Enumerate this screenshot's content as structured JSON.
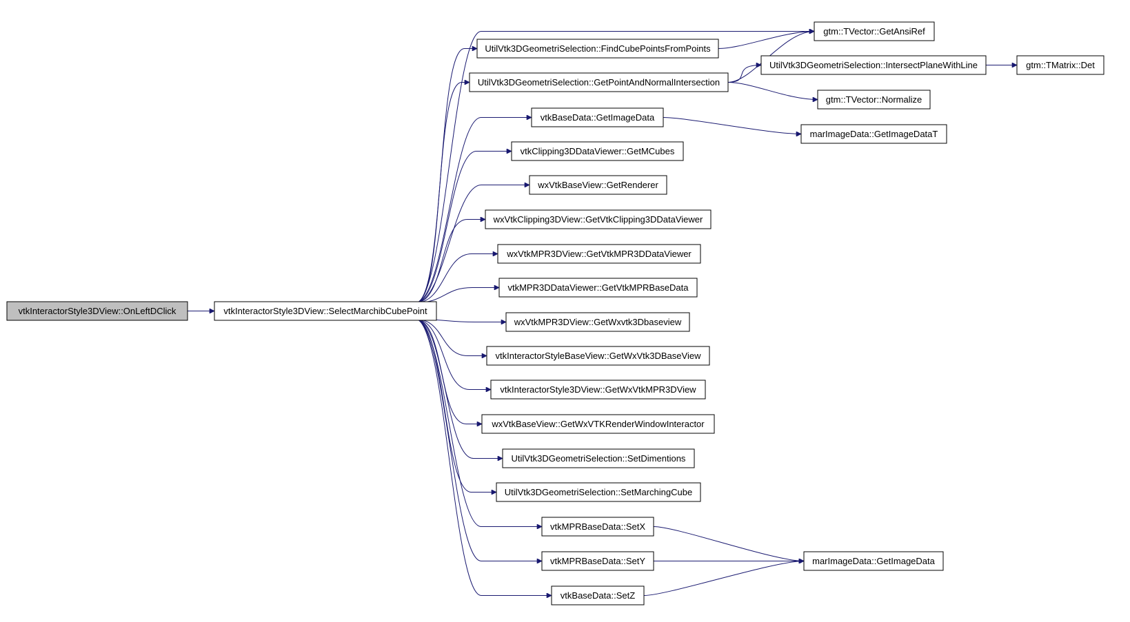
{
  "graph": {
    "colors": {
      "edge": "#191970",
      "root_fill": "#bfbfbf",
      "node_fill": "#ffffff",
      "border": "#000000"
    },
    "nodes": [
      {
        "id": "onleftdclick",
        "label": "vtkInteractorStyle3DView::OnLeftDClick",
        "root": true
      },
      {
        "id": "selectmarch",
        "label": "vtkInteractorStyle3DView::SelectMarchibCubePoint"
      },
      {
        "id": "findcube",
        "label": "UtilVtk3DGeometriSelection::FindCubePointsFromPoints"
      },
      {
        "id": "getpointnormal",
        "label": "UtilVtk3DGeometriSelection::GetPointAndNormalIntersection"
      },
      {
        "id": "getimagedata_base",
        "label": "vtkBaseData::GetImageData"
      },
      {
        "id": "getmcubes",
        "label": "vtkClipping3DDataViewer::GetMCubes"
      },
      {
        "id": "getrenderer",
        "label": "wxVtkBaseView::GetRenderer"
      },
      {
        "id": "getclipviewer",
        "label": "wxVtkClipping3DView::GetVtkClipping3DDataViewer"
      },
      {
        "id": "getmprviewer",
        "label": "wxVtkMPR3DView::GetVtkMPR3DDataViewer"
      },
      {
        "id": "getmprbasedata",
        "label": "vtkMPR3DDataViewer::GetVtkMPRBaseData"
      },
      {
        "id": "getwxvtk3dbaseview",
        "label": "wxVtkMPR3DView::GetWxvtk3Dbaseview"
      },
      {
        "id": "getwxvtk3dbase",
        "label": "vtkInteractorStyleBaseView::GetWxVtk3DBaseView"
      },
      {
        "id": "getwxmpr3d",
        "label": "vtkInteractorStyle3DView::GetWxVtkMPR3DView"
      },
      {
        "id": "getrenderwin",
        "label": "wxVtkBaseView::GetWxVTKRenderWindowInteractor"
      },
      {
        "id": "setdimentions",
        "label": "UtilVtk3DGeometriSelection::SetDimentions"
      },
      {
        "id": "setmarching",
        "label": "UtilVtk3DGeometriSelection::SetMarchingCube"
      },
      {
        "id": "setx",
        "label": "vtkMPRBaseData::SetX"
      },
      {
        "id": "sety",
        "label": "vtkMPRBaseData::SetY"
      },
      {
        "id": "setz",
        "label": "vtkBaseData::SetZ"
      },
      {
        "id": "getansiref",
        "label": "gtm::TVector::GetAnsiRef"
      },
      {
        "id": "intersectplane",
        "label": "UtilVtk3DGeometriSelection::IntersectPlaneWithLine"
      },
      {
        "id": "normalize",
        "label": "gtm::TVector::Normalize"
      },
      {
        "id": "getimagedatat",
        "label": "marImageData::GetImageDataT"
      },
      {
        "id": "getimagedata_mar",
        "label": "marImageData::GetImageData"
      },
      {
        "id": "det",
        "label": "gtm::TMatrix::Det"
      }
    ],
    "edges": [
      {
        "from": "onleftdclick",
        "to": "selectmarch"
      },
      {
        "from": "selectmarch",
        "to": "getansiref"
      },
      {
        "from": "selectmarch",
        "to": "findcube"
      },
      {
        "from": "selectmarch",
        "to": "getpointnormal"
      },
      {
        "from": "selectmarch",
        "to": "getimagedata_base"
      },
      {
        "from": "selectmarch",
        "to": "getmcubes"
      },
      {
        "from": "selectmarch",
        "to": "getrenderer"
      },
      {
        "from": "selectmarch",
        "to": "getclipviewer"
      },
      {
        "from": "selectmarch",
        "to": "getmprviewer"
      },
      {
        "from": "selectmarch",
        "to": "getmprbasedata"
      },
      {
        "from": "selectmarch",
        "to": "getwxvtk3dbaseview"
      },
      {
        "from": "selectmarch",
        "to": "getwxvtk3dbase"
      },
      {
        "from": "selectmarch",
        "to": "getwxmpr3d"
      },
      {
        "from": "selectmarch",
        "to": "getrenderwin"
      },
      {
        "from": "selectmarch",
        "to": "setdimentions"
      },
      {
        "from": "selectmarch",
        "to": "setmarching"
      },
      {
        "from": "selectmarch",
        "to": "setx"
      },
      {
        "from": "selectmarch",
        "to": "sety"
      },
      {
        "from": "selectmarch",
        "to": "setz"
      },
      {
        "from": "findcube",
        "to": "getansiref"
      },
      {
        "from": "getpointnormal",
        "to": "getansiref"
      },
      {
        "from": "getpointnormal",
        "to": "intersectplane"
      },
      {
        "from": "getpointnormal",
        "to": "normalize"
      },
      {
        "from": "intersectplane",
        "to": "det"
      },
      {
        "from": "getimagedata_base",
        "to": "getimagedatat"
      },
      {
        "from": "setx",
        "to": "getimagedata_mar"
      },
      {
        "from": "sety",
        "to": "getimagedata_mar"
      },
      {
        "from": "setz",
        "to": "getimagedata_mar"
      }
    ]
  }
}
